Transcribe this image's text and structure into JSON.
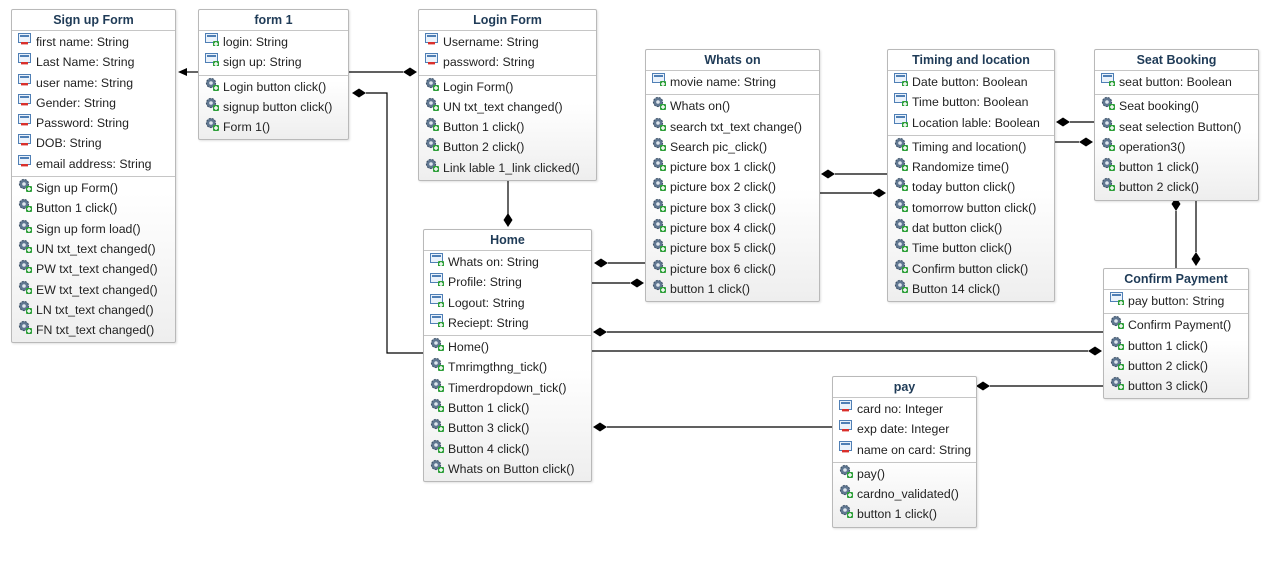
{
  "classes": [
    {
      "id": "signup",
      "title": "Sign up Form",
      "attributes": [
        {
          "text": "first name: String",
          "vis": "private"
        },
        {
          "text": "Last Name: String",
          "vis": "private"
        },
        {
          "text": "user name: String",
          "vis": "private"
        },
        {
          "text": "Gender: String",
          "vis": "private"
        },
        {
          "text": "Password: String",
          "vis": "private"
        },
        {
          "text": "DOB: String",
          "vis": "private"
        },
        {
          "text": "email address: String",
          "vis": "private"
        }
      ],
      "operations": [
        {
          "text": "Sign up Form()"
        },
        {
          "text": "Button 1 click()"
        },
        {
          "text": "Sign up form load()"
        },
        {
          "text": "UN txt_text changed()"
        },
        {
          "text": "PW txt_text changed()"
        },
        {
          "text": "EW txt_text changed()"
        },
        {
          "text": "LN txt_text changed()"
        },
        {
          "text": "FN txt_text changed()"
        }
      ]
    },
    {
      "id": "form1",
      "title": "form 1",
      "attributes": [
        {
          "text": "login: String",
          "vis": "public"
        },
        {
          "text": "sign up: String",
          "vis": "public"
        }
      ],
      "operations": [
        {
          "text": "Login button click()"
        },
        {
          "text": "signup button click()"
        },
        {
          "text": "Form 1()"
        }
      ]
    },
    {
      "id": "login",
      "title": "Login Form",
      "attributes": [
        {
          "text": "Username: String",
          "vis": "private"
        },
        {
          "text": "password: String",
          "vis": "private"
        }
      ],
      "operations": [
        {
          "text": "Login Form()"
        },
        {
          "text": "UN txt_text changed()"
        },
        {
          "text": "Button 1 click()"
        },
        {
          "text": "Button 2 click()"
        },
        {
          "text": "Link lable 1_link clicked()"
        }
      ]
    },
    {
      "id": "home",
      "title": "Home",
      "attributes": [
        {
          "text": "Whats on: String",
          "vis": "public"
        },
        {
          "text": "Profile: String",
          "vis": "public"
        },
        {
          "text": "Logout: String",
          "vis": "public"
        },
        {
          "text": "Reciept: String",
          "vis": "public"
        }
      ],
      "operations": [
        {
          "text": "Home()"
        },
        {
          "text": "Tmrimgthng_tick()"
        },
        {
          "text": "Timerdropdown_tick()"
        },
        {
          "text": "Button 1 click()"
        },
        {
          "text": "Button 3 click()"
        },
        {
          "text": "Button 4 click()"
        },
        {
          "text": "Whats on Button click()"
        }
      ]
    },
    {
      "id": "whatson",
      "title": "Whats on",
      "attributes": [
        {
          "text": "movie name: String",
          "vis": "public"
        }
      ],
      "operations": [
        {
          "text": "Whats on()"
        },
        {
          "text": "search txt_text change()"
        },
        {
          "text": "Search pic_click()"
        },
        {
          "text": "picture box 1 click()"
        },
        {
          "text": "picture box 2 click()"
        },
        {
          "text": "picture box 3 click()"
        },
        {
          "text": "picture box 4 click()"
        },
        {
          "text": "picture box 5 click()"
        },
        {
          "text": "picture box 6 click()"
        },
        {
          "text": "button 1 click()"
        }
      ]
    },
    {
      "id": "timing",
      "title": "Timing and location",
      "attributes": [
        {
          "text": "Date button: Boolean",
          "vis": "public"
        },
        {
          "text": "Time button: Boolean",
          "vis": "public"
        },
        {
          "text": "Location lable: Boolean",
          "vis": "public"
        }
      ],
      "operations": [
        {
          "text": "Timing and location()"
        },
        {
          "text": "Randomize time()"
        },
        {
          "text": "today button click()"
        },
        {
          "text": "tomorrow button click()"
        },
        {
          "text": "dat button click()"
        },
        {
          "text": "Time button click()"
        },
        {
          "text": "Confirm button click()"
        },
        {
          "text": "Button 14 click()"
        }
      ]
    },
    {
      "id": "seat",
      "title": "Seat Booking",
      "attributes": [
        {
          "text": "seat button: Boolean",
          "vis": "public"
        }
      ],
      "operations": [
        {
          "text": "Seat booking()"
        },
        {
          "text": "seat selection Button()"
        },
        {
          "text": "operation3()"
        },
        {
          "text": "button 1 click()"
        },
        {
          "text": "button 2 click()"
        }
      ]
    },
    {
      "id": "confirm",
      "title": "Confirm Payment",
      "attributes": [
        {
          "text": "pay button: String",
          "vis": "public"
        }
      ],
      "operations": [
        {
          "text": "Confirm Payment()"
        },
        {
          "text": "button 1 click()"
        },
        {
          "text": "button 2 click()"
        },
        {
          "text": "button 3 click()"
        }
      ]
    },
    {
      "id": "pay",
      "title": "pay",
      "attributes": [
        {
          "text": "card no: Integer",
          "vis": "private"
        },
        {
          "text": "exp date: Integer",
          "vis": "private"
        },
        {
          "text": "name on card: String",
          "vis": "private"
        }
      ],
      "operations": [
        {
          "text": "pay()"
        },
        {
          "text": "cardno_validated()"
        },
        {
          "text": "button 1 click()"
        }
      ]
    }
  ],
  "colors": {
    "title": "#1f3b57",
    "border": "#b9b9b9",
    "line": "#000000",
    "private_marker": "#d9302c",
    "public_marker": "#2e9f3a"
  }
}
